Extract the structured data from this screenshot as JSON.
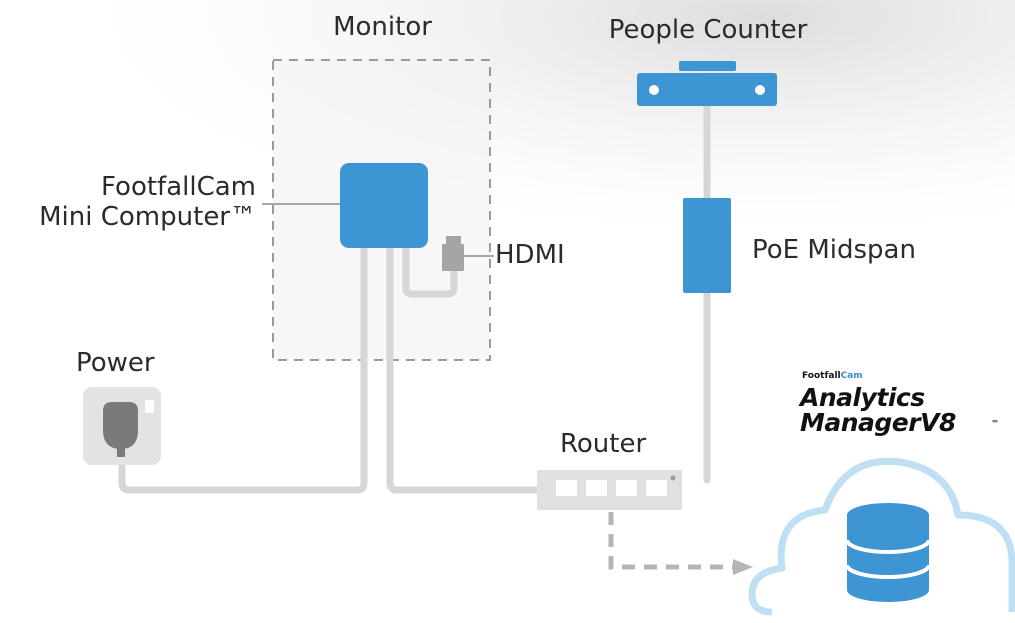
{
  "labels": {
    "monitor": "Monitor",
    "people_counter": "People Counter",
    "mini_computer_line1": "FootfallCam",
    "mini_computer_line2": "Mini Computer™",
    "hdmi": "HDMI",
    "poe_midspan": "PoE Midspan",
    "power": "Power",
    "router": "Router"
  },
  "logo": {
    "brand_part1": "Footfall",
    "brand_part2": "Cam",
    "product_line1": "Analytics",
    "product_line2": "ManagerV8",
    "trademark": "™"
  },
  "icons": [
    "people-counter-icon",
    "mini-computer-icon",
    "hdmi-connector-icon",
    "poe-midspan-icon",
    "power-socket-icon",
    "router-icon",
    "cloud-icon",
    "database-icon"
  ],
  "colors": {
    "device_blue": "#3e95d3",
    "cable_gray": "#d6d6d6",
    "dashed_gray": "#b5b5b5",
    "cloud_outline": "#bfe0f3",
    "text": "#2b2b2b"
  }
}
